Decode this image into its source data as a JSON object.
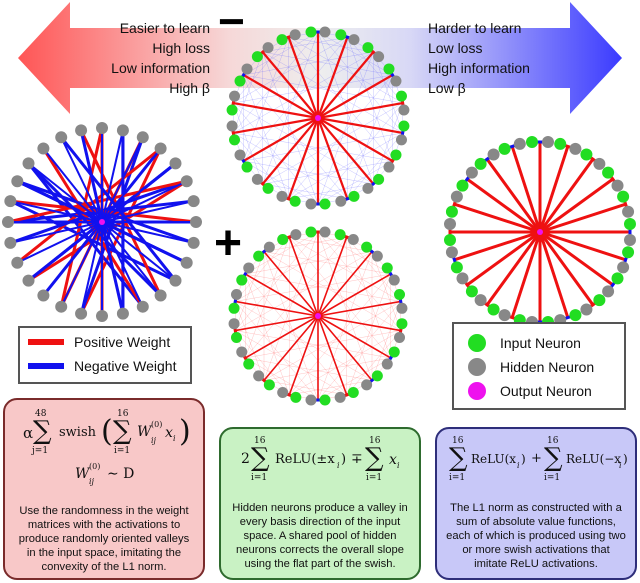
{
  "arrow_left": {
    "lines": [
      "Easier to learn",
      "High loss",
      "Low information",
      "High β"
    ]
  },
  "arrow_right": {
    "lines": [
      "Harder to learn",
      "Low loss",
      "High information",
      "Low β"
    ]
  },
  "signs": {
    "minus": "−",
    "plus": "+"
  },
  "weight_legend": {
    "items": [
      {
        "label": "Positive Weight",
        "color": "#ee1111"
      },
      {
        "label": "Negative Weight",
        "color": "#1111ee"
      }
    ]
  },
  "neuron_legend": {
    "items": [
      {
        "label": "Input Neuron",
        "color": "#22dd22"
      },
      {
        "label": "Hidden Neuron",
        "color": "#888888"
      },
      {
        "label": "Output Neuron",
        "color": "#ee11ee"
      }
    ]
  },
  "boxes": [
    {
      "name": "swish",
      "bg": "#f8c8c8",
      "border": "#7a2b2b",
      "caption": "Use the randomness in the weight matrices with the activations to produce randomly oriented valleys in the input space, imitating the convexity of the L1 norm.",
      "eq1": {
        "alpha": "α",
        "sum": "∑",
        "top": "48",
        "bottom": "j=1",
        "fn": "swish",
        "lparen": "(",
        "top2": "16",
        "bottom2": "i=1",
        "w": "W",
        "wsup": "(0)",
        "wsub": "ij",
        "x": "x",
        "xsub": "i",
        "rparen": ")"
      },
      "eq2": {
        "w": "W",
        "wsup": "(0)",
        "wsub": "ij",
        "rel": "∼ D"
      }
    },
    {
      "name": "relu-pm",
      "bg": "#c9f2c4",
      "border": "#2e6b2e",
      "caption": "Hidden neurons produce a valley in every basis direction of the input space. A shared pool of hidden neurons corrects the overall slope using the flat part of the swish.",
      "eq": {
        "coef": "2",
        "top": "16",
        "bottom": "i=1",
        "fn": "ReLU(±x",
        "fnsub": "i",
        "fnend": ")",
        "op": "∓",
        "top2": "16",
        "bottom2": "i=1",
        "x": "x",
        "xsub": "i",
        "sum": "∑"
      }
    },
    {
      "name": "relu-l1",
      "bg": "#c8c8f8",
      "border": "#2e2e7a",
      "caption": "The L1 norm as constructed with a sum of absolute value functions, each of which is produced using two or more swish activations that imitate ReLU activations.",
      "eq": {
        "sum": "∑",
        "top": "16",
        "bottom": "i=1",
        "fn1": "ReLU(x",
        "fn1sub": "i",
        "fn1end": ")",
        "op": "+",
        "fn2": "ReLU(−x",
        "fn2sub": "i",
        "fn2end": ")",
        "top2": "16",
        "bottom2": "i=1"
      }
    }
  ]
}
